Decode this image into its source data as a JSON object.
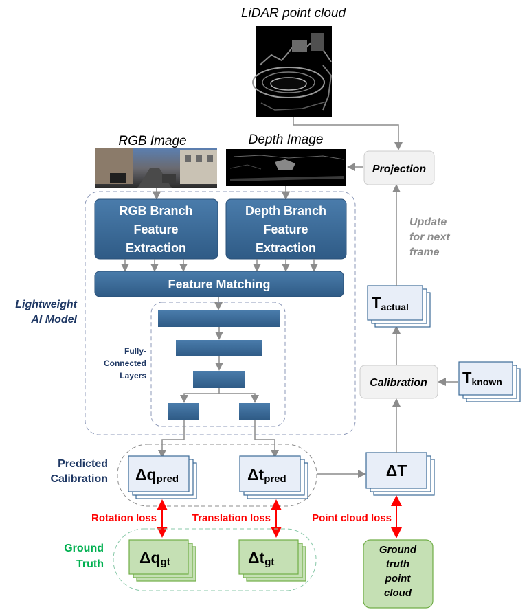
{
  "titles": {
    "lidar": "LiDAR point cloud",
    "rgb": "RGB Image",
    "depth": "Depth Image"
  },
  "nodes": {
    "projection": "Projection",
    "update_line1": "Update",
    "update_line2": "for next",
    "update_line3": "frame",
    "calibration": "Calibration",
    "rgb_branch_l1": "RGB Branch",
    "rgb_branch_l2": "Feature",
    "rgb_branch_l3": "Extraction",
    "depth_branch_l1": "Depth Branch",
    "depth_branch_l2": "Feature",
    "depth_branch_l3": "Extraction",
    "feature_matching": "Feature Matching",
    "fc_l1": "Fully-",
    "fc_l2": "Connected",
    "fc_l3": "Layers",
    "lightweight_l1": "Lightweight",
    "lightweight_l2": "AI Model",
    "predicted_l1": "Predicted",
    "predicted_l2": "Calibration",
    "ground_truth_l1": "Ground",
    "ground_truth_l2": "Truth",
    "gt_cloud_l1": "Ground",
    "gt_cloud_l2": "truth",
    "gt_cloud_l3": "point",
    "gt_cloud_l4": "cloud"
  },
  "matrices": {
    "t_actual_main": "T",
    "t_actual_sub": "actual",
    "t_known_main": "T",
    "t_known_sub": "known",
    "delta_t_total": "ΔT",
    "dq_pred_main": "Δq",
    "dq_pred_sub": "pred",
    "dt_pred_main": "Δt",
    "dt_pred_sub": "pred",
    "dq_gt_main": "Δq",
    "dq_gt_sub": "gt",
    "dt_gt_main": "Δt",
    "dt_gt_sub": "gt"
  },
  "losses": {
    "rotation": "Rotation loss",
    "translation": "Translation loss",
    "point_cloud": "Point cloud loss"
  },
  "colors": {
    "blue_box": "#3c6b98",
    "navy_text": "#1f3864",
    "red_loss": "#ff0000",
    "green_text": "#00b050",
    "green_box": "#c5e0b4",
    "pale_blue": "#e8eef8",
    "gray_arrow": "#8c8c8c"
  }
}
